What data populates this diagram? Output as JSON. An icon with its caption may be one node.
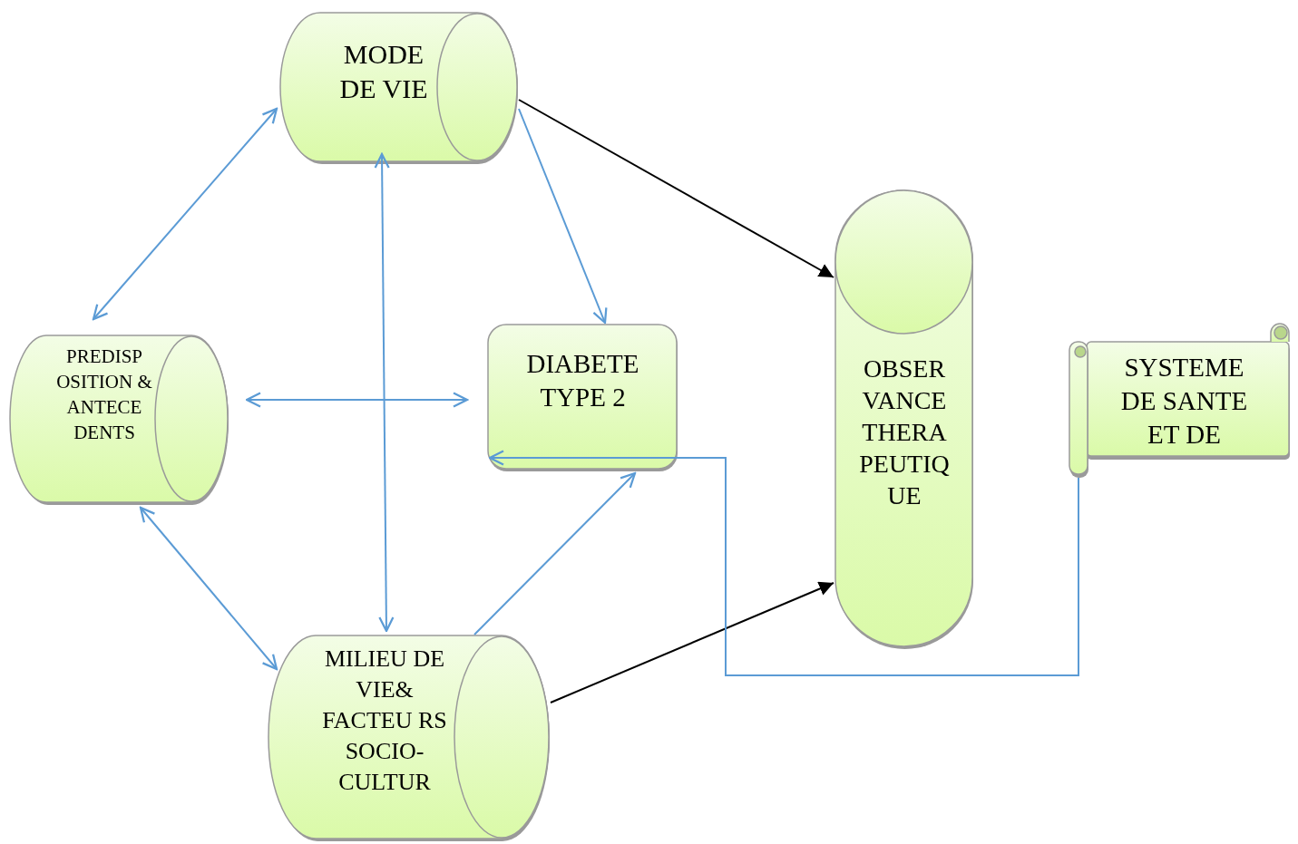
{
  "diagram": {
    "nodes": [
      {
        "text": [
          "MODE DE VIE"
        ]
      },
      {
        "text": [
          "PREDISP OSITION & ANTECE DENTS"
        ]
      },
      {
        "text": [
          "DIABETE TYPE 2"
        ]
      },
      {
        "text": [
          "MILIEU DE VIE& FACTEU RS SOCIO- CULTUR"
        ]
      },
      {
        "text": [
          "OBSER VANCE THERA PEUTIQ UE"
        ]
      },
      {
        "text": [
          "SYSTEME DE SANTE ET DE"
        ]
      }
    ],
    "edges": [
      {
        "from": 1,
        "to": 0,
        "arrow": "both"
      },
      {
        "from": 0,
        "to": 3,
        "arrow": "both"
      },
      {
        "from": 1,
        "to": 2,
        "arrow": "both"
      },
      {
        "from": 0,
        "to": 2,
        "arrow": "to"
      },
      {
        "from": 1,
        "to": 3,
        "arrow": "both"
      },
      {
        "from": 3,
        "to": 2,
        "arrow": "to"
      },
      {
        "from": 0,
        "to": 4,
        "arrow": "to",
        "color": "#000000"
      },
      {
        "from": 3,
        "to": 4,
        "arrow": "to",
        "color": "#000000"
      },
      {
        "from": 5,
        "to": 2,
        "arrow": "to"
      }
    ]
  }
}
